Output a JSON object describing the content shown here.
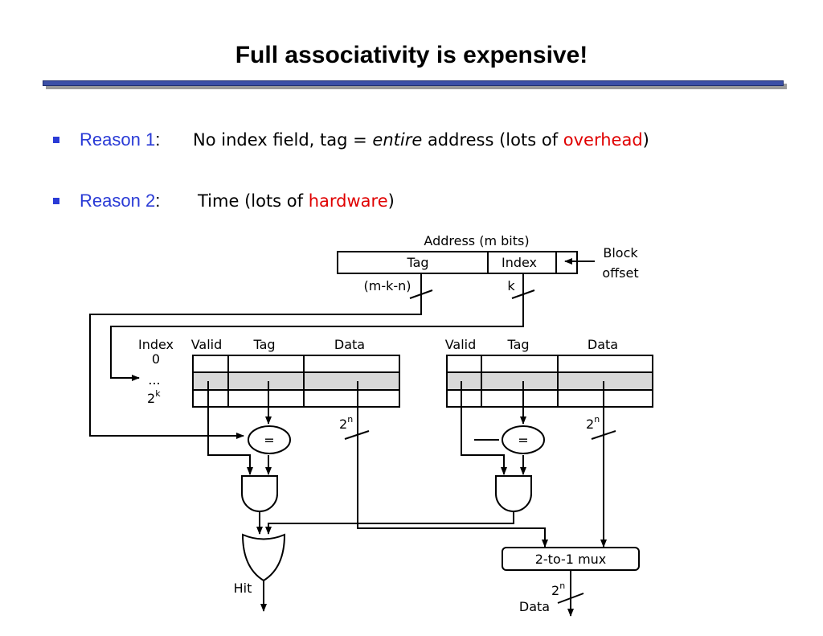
{
  "slide": {
    "title": "Full associativity is expensive!"
  },
  "bullets": [
    {
      "label": "Reason 1",
      "colon": ":",
      "text_before": "No index field, tag = ",
      "text_em": "entire",
      "text_mid": " address (lots of ",
      "text_red": "overhead",
      "text_after": ")"
    },
    {
      "label": "Reason 2",
      "colon": ":",
      "text_before": "Time (lots of ",
      "text_red": "hardware",
      "text_after": ")"
    }
  ],
  "diagram": {
    "address_label": "Address (m bits)",
    "tag_field": "Tag",
    "index_field": "Index",
    "block_offset_line1": "Block",
    "block_offset_line2": "offset",
    "tag_width_label": "(m-k-n)",
    "index_width_label": "k",
    "index_col": "Index",
    "index_first": "0",
    "index_dots": "...",
    "index_last_base": "2",
    "index_last_exp": "k",
    "valid_col": "Valid",
    "tag_col": "Tag",
    "data_col": "Data",
    "compare_symbol": "=",
    "data_width_base": "2",
    "data_width_exp": "n",
    "mux_label": "2-to-1 mux",
    "hit_label": "Hit",
    "data_out_label": "Data"
  },
  "colors": {
    "title_rule": "#3b4fa6",
    "bullet_label": "#2a3bd6",
    "highlight": "#e00000",
    "selected_row": "#d9d9d9"
  }
}
